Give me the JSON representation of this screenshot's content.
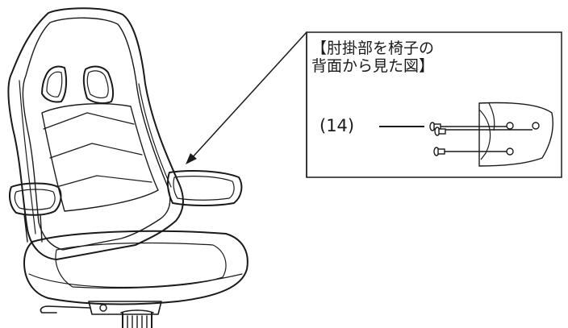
{
  "callout": {
    "title_line1": "【肘掛部を椅子の",
    "title_line2": "背面から見た図】"
  },
  "part": {
    "label": "(14)"
  },
  "colors": {
    "line": "#1a1a1a",
    "background": "#ffffff"
  },
  "icons": {
    "arrow": "arrow-down-left-icon",
    "bolt": "bolt-icon"
  }
}
